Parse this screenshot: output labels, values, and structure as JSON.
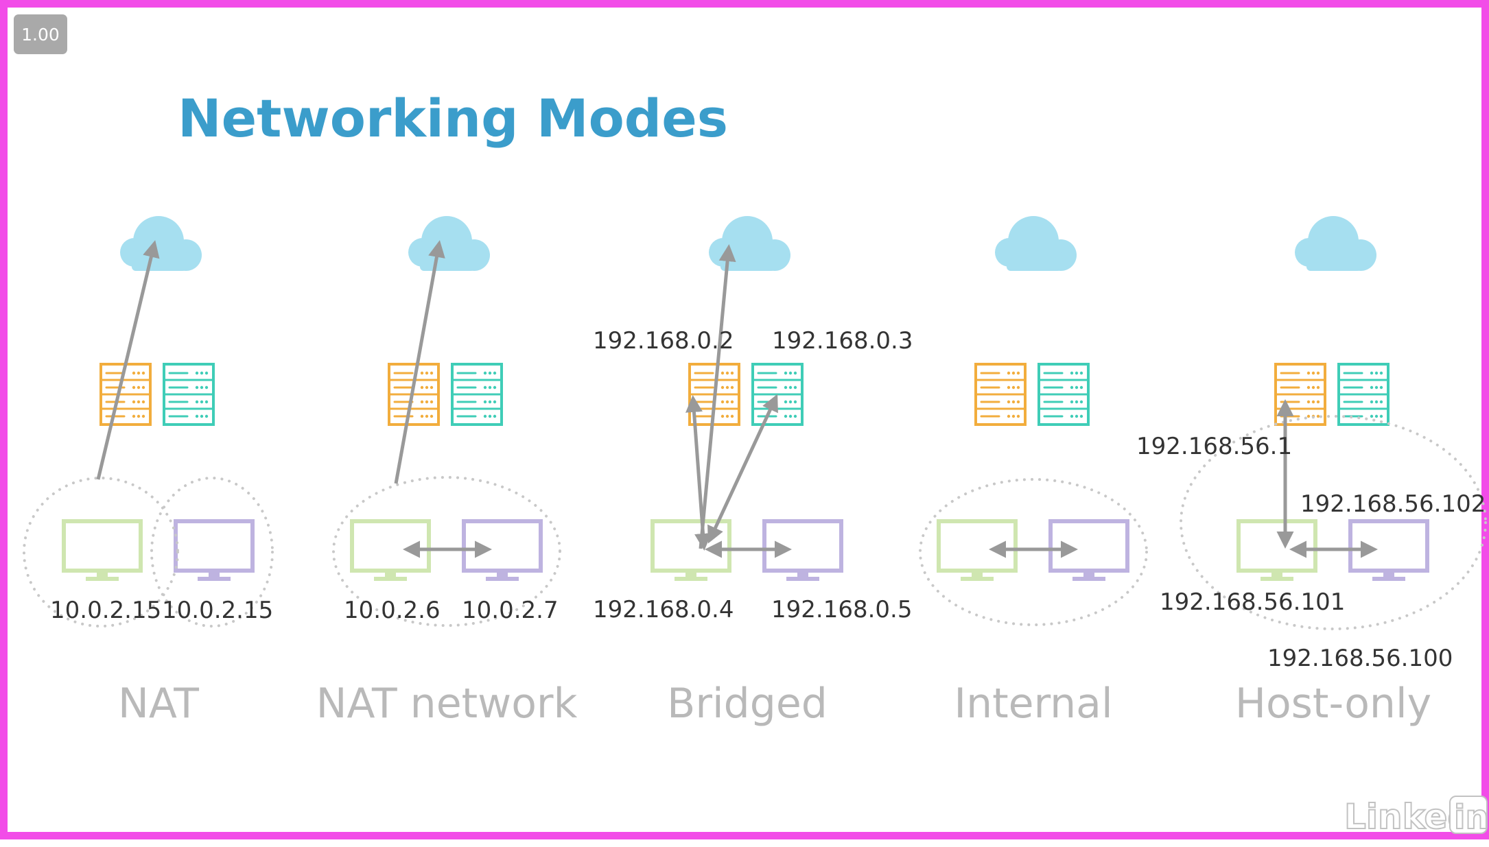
{
  "zoom": "1.00",
  "title": "Networking Modes",
  "watermark": "LinkedIn",
  "colors": {
    "title": "#3b9dcb",
    "cloud": "#a6dff0",
    "server_orange": "#f2ad3d",
    "server_teal": "#3fcdb7",
    "monitor_green": "#cfe6b0",
    "monitor_purple": "#beb3e0",
    "arrow": "#999999",
    "ip_text": "#333333",
    "mode_label": "#b9b9b9",
    "dotted": "#c8c8c8",
    "border": "#f24ce8"
  },
  "icons": [
    "cloud-icon",
    "server-icon",
    "monitor-icon",
    "arrow-icon"
  ],
  "modes": [
    {
      "id": "nat",
      "label": "NAT",
      "ips": [
        "10.0.2.15",
        "10.0.2.15"
      ]
    },
    {
      "id": "nat-network",
      "label": "NAT network",
      "ips": [
        "10.0.2.6",
        "10.0.2.7"
      ]
    },
    {
      "id": "bridged",
      "label": "Bridged",
      "ips": [
        "192.168.0.2",
        "192.168.0.3",
        "192.168.0.4",
        "192.168.0.5"
      ]
    },
    {
      "id": "internal",
      "label": "Internal",
      "ips": []
    },
    {
      "id": "host-only",
      "label": "Host-only",
      "ips": [
        "192.168.56.1",
        "192.168.56.102",
        "192.168.56.101",
        "192.168.56.100"
      ]
    }
  ]
}
